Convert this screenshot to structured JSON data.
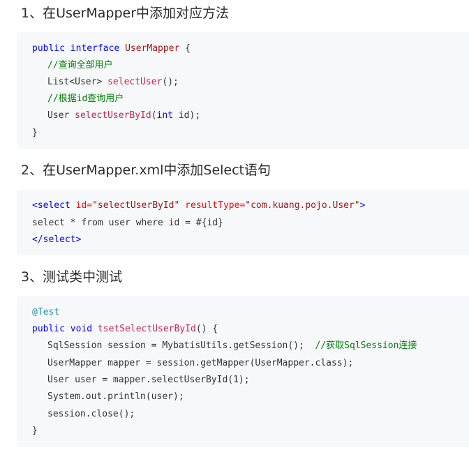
{
  "headings": {
    "step1": "1、在UserMapper中添加对应方法",
    "step2": "2、在UserMapper.xml中添加Select语句",
    "step3": "3、测试类中测试"
  },
  "block1": {
    "l1_kw": "public interface ",
    "l1_cls": "UserMapper",
    "l1_rest": " {",
    "l2_cm": "//查询全部用户",
    "l3_a": "List<User> ",
    "l3_fn": "selectUser",
    "l3_b": "();",
    "l4_cm": "//根据id查询用户",
    "l5_a": "User ",
    "l5_fn": "selectUserById",
    "l5_b": "(",
    "l5_kw": "int",
    "l5_c": " id);",
    "l6": "}"
  },
  "block2": {
    "l1_tag_open": "<select ",
    "l1_attr1": "id=",
    "l1_val1": "\"selectUserById\"",
    "l1_sp": " ",
    "l1_attr2": "resultType=",
    "l1_val2": "\"com.kuang.pojo.User\"",
    "l1_tag_close": ">",
    "l2": "select * from user where id = #{id}",
    "l3_tag": "</select>"
  },
  "block3": {
    "l1_anno": "@Test",
    "l2_kw": "public void ",
    "l2_fn": "tsetSelectUserById",
    "l2_rest": "() {",
    "l3_code": "SqlSession session = MybatisUtils.getSession();  ",
    "l3_cm": "//获取SqlSession连接",
    "l4": "UserMapper mapper = session.getMapper(UserMapper.class);",
    "l5": "User user = mapper.selectUserById(1);",
    "l6": "System.out.println(user);",
    "l7": "session.close();",
    "l8": "}"
  }
}
